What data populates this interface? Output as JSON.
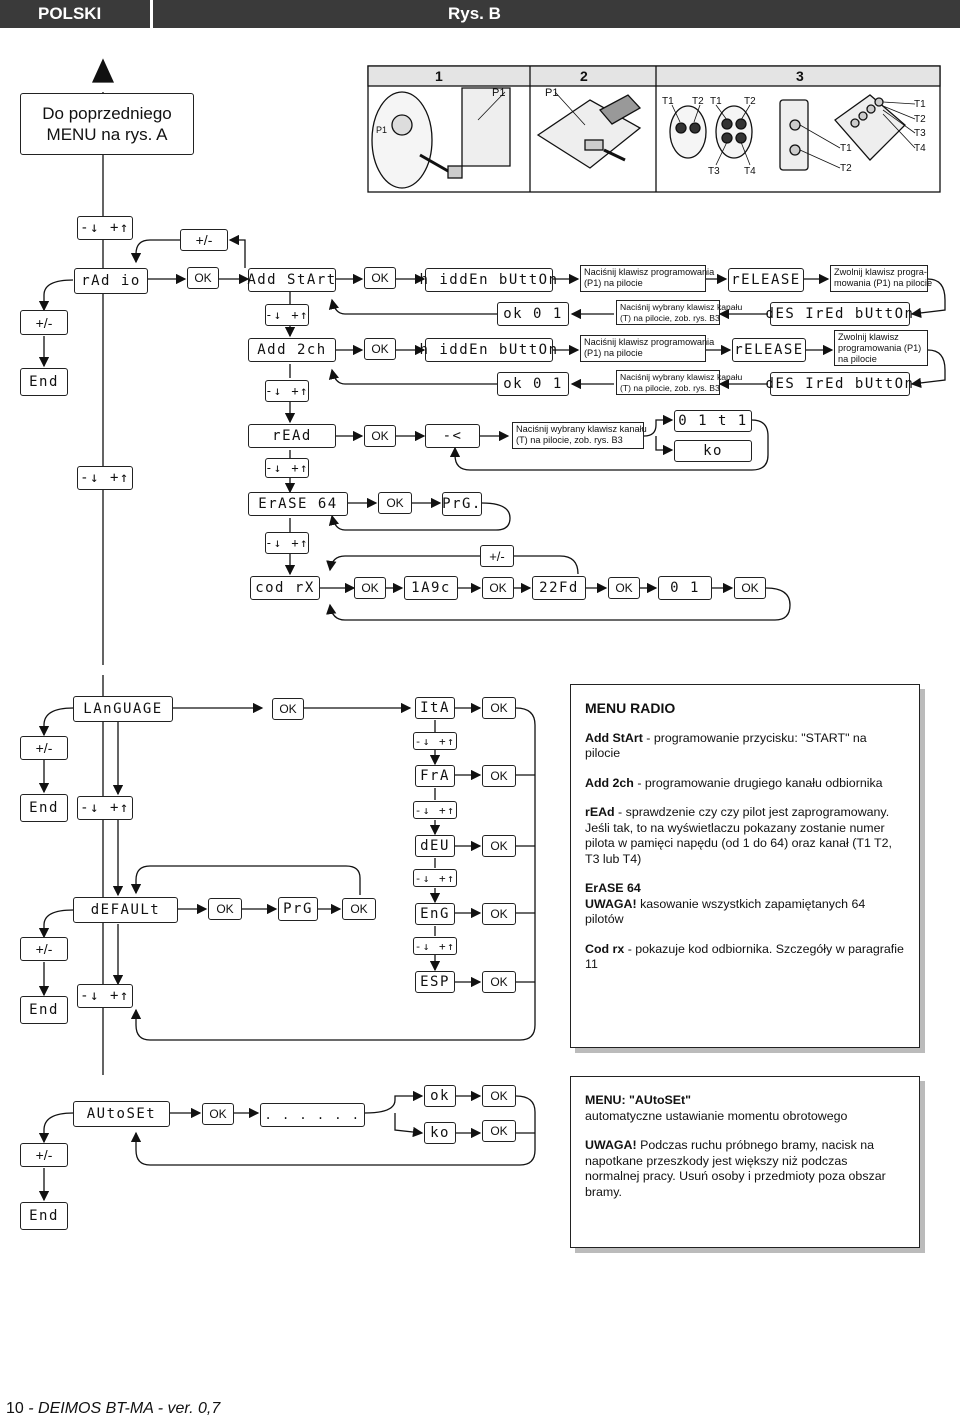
{
  "header": {
    "language": "POLSKI",
    "figure": "Rys. B"
  },
  "back": {
    "text_line1": "Do poprzedniego",
    "text_line2": "MENU na rys. A"
  },
  "steps": {
    "s1": "1",
    "s2": "2",
    "s3": "3",
    "p1": "P1",
    "p1b": "P1",
    "p1_small": "P1",
    "t1": "T1",
    "t2": "T2",
    "t1b": "T1",
    "t2b": "T2",
    "t3": "T3",
    "t4": "T4",
    "t1c": "T1",
    "t2c": "T2",
    "t3c": "T3",
    "t4c": "T4",
    "t1d": "T1",
    "t2d": "T2"
  },
  "keys": {
    "updown": "-↓ +↑",
    "plusminus": "+/-",
    "ok": "OK",
    "end": "End"
  },
  "radio": {
    "radio": "rAd io",
    "add_start": "Add StArt",
    "hidden1": "h iddEn bUttOn",
    "note1_l1": "Naciśnij klawisz programowania",
    "note1_l2": "(P1) na pilocie",
    "release1": "rELEASE",
    "note2_l1": "Zwolnij klawisz progra-",
    "note2_l2": "mowania (P1) na pilocie",
    "ok01a": "ok 0 1",
    "note3_l1": "Naciśnij wybrany klawisz kanału",
    "note3_l2": "(T) na pilocie, zob. rys. B3",
    "desired1": "dES IrEd bUttOn",
    "add2ch": "Add 2ch",
    "hidden2": "h iddEn bUttOn",
    "note4_l1": "Naciśnij klawisz programowania",
    "note4_l2": "(P1) na pilocie",
    "release2": "rELEASE",
    "note5_l1": "Zwolnij klawisz",
    "note5_l2": "programowania (P1)",
    "note5_l3": "na pilocie",
    "ok01b": "ok 0 1",
    "note6_l1": "Naciśnij wybrany klawisz kanału",
    "note6_l2": "(T) na pilocie, zob. rys. B3",
    "desired2": "dES IrEd bUttOn",
    "read": "rEAd",
    "dash": "-<",
    "note7_l1": "Naciśnij wybrany klawisz kanału",
    "note7_l2": "(T) na pilocie, zob. rys. B3",
    "o1t1": "0 1 t 1",
    "ko": "ko",
    "erase64": "ErASE 64",
    "prg": "PrG.",
    "codrx": "cod rX",
    "val1": "1A9c",
    "val2": "22Fd",
    "val3": "0 1"
  },
  "language": {
    "language": "LAnGUAGE",
    "ita": "ItA",
    "fra": "FrA",
    "deu": "dEU",
    "eng": "EnG",
    "esp": "ESP",
    "default": "dEFAULt",
    "prg": "PrG"
  },
  "autoset": {
    "autoset": "AUtoSEt",
    "dots": ". . .   . . .",
    "ok": "ok",
    "ko": "ko"
  },
  "panel_radio": {
    "title": "MENU  RADIO",
    "p1_bold": "Add StArt",
    "p1_text": " - programowanie przycisku: \"START\" na  pilocie",
    "p2_bold": "Add 2ch",
    "p2_text": " - programowanie drugiego kanału odbiornika",
    "p3_bold": "rEAd",
    "p3_text": " - sprawdzenie czy  czy pilot jest zaprogramowany. Jeśli tak, to na wyświetlaczu pokazany zostanie numer pilota w pamięci napędu (od 1 do 64) oraz kanał (T1 T2, T3 lub T4)",
    "p4_bold1": "ErASE 64",
    "p4_bold2": "UWAGA!",
    "p4_text": " kasowanie wszystkich zapamiętanych 64 pilotów",
    "p5_bold": "Cod rx",
    "p5_text": " - pokazuje kod odbiornika. Szczegóły w paragrafie 11"
  },
  "panel_autoset": {
    "title": "MENU: \"AUtoSEt\"",
    "line1": "automatyczne ustawianie momentu obrotowego",
    "warn_bold": "UWAGA!",
    "warn_text": " Podczas ruchu próbnego bramy, nacisk na napotkane przeszkody jest większy niż podczas normalnej pracy. Usuń osoby i przedmioty poza obszar bramy."
  },
  "footer": {
    "page": "10",
    "doc": " - DEIMOS BT-MA - ver. 0,7"
  }
}
